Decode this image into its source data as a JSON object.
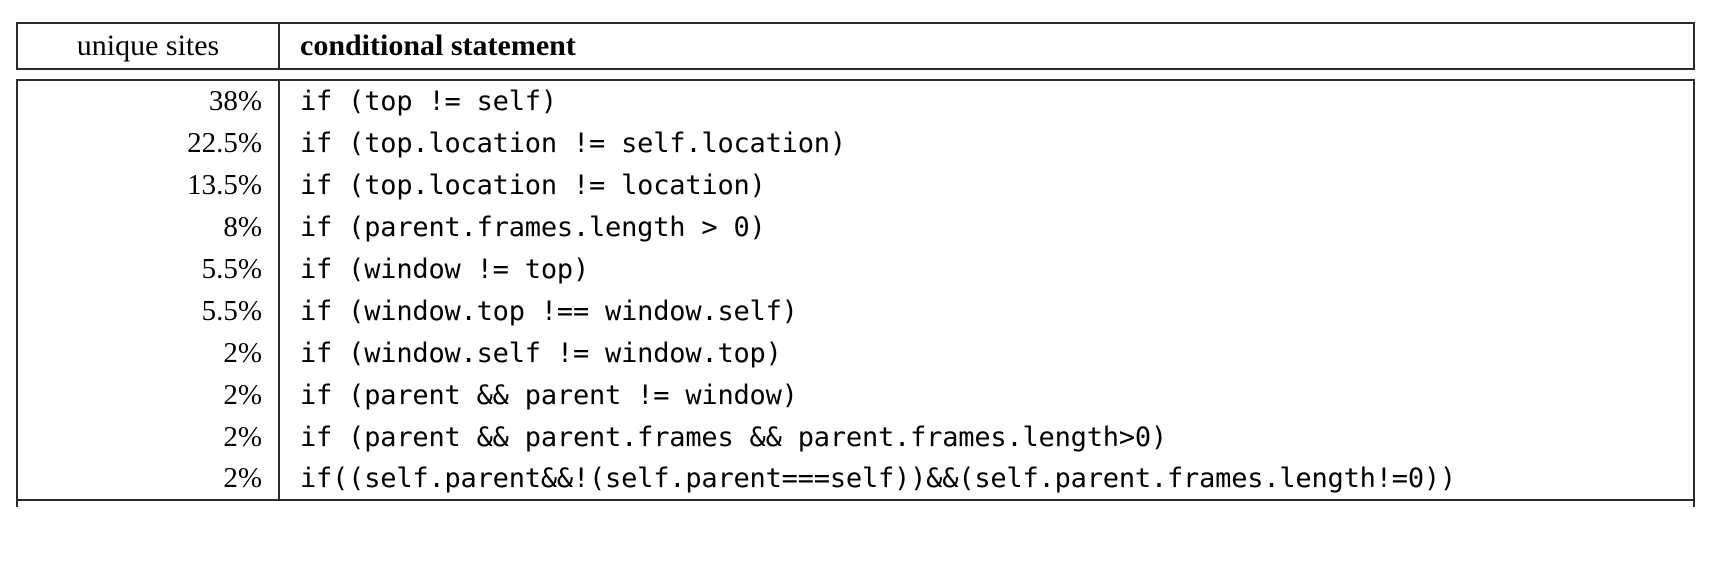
{
  "table": {
    "columns": [
      {
        "id": "unique-sites",
        "label": "unique sites",
        "align": "right"
      },
      {
        "id": "conditional-statement",
        "label": "conditional statement",
        "align": "left"
      }
    ],
    "rows": [
      {
        "percent": "38%",
        "statement": "if (top != self)"
      },
      {
        "percent": "22.5%",
        "statement": "if (top.location != self.location)"
      },
      {
        "percent": "13.5%",
        "statement": "if (top.location != location)"
      },
      {
        "percent": "8%",
        "statement": "if (parent.frames.length > 0)"
      },
      {
        "percent": "5.5%",
        "statement": "if (window != top)"
      },
      {
        "percent": "5.5%",
        "statement": "if (window.top !== window.self)"
      },
      {
        "percent": "2%",
        "statement": "if (window.self != window.top)"
      },
      {
        "percent": "2%",
        "statement": "if (parent && parent != window)"
      },
      {
        "percent": "2%",
        "statement": "if (parent && parent.frames && parent.frames.length>0)"
      },
      {
        "percent": "2%",
        "statement": "if((self.parent&&!(self.parent===self))&&(self.parent.frames.length!=0))"
      }
    ]
  },
  "colors": {
    "rule": "#2b2b2b",
    "text": "#000000",
    "background": "#ffffff"
  }
}
